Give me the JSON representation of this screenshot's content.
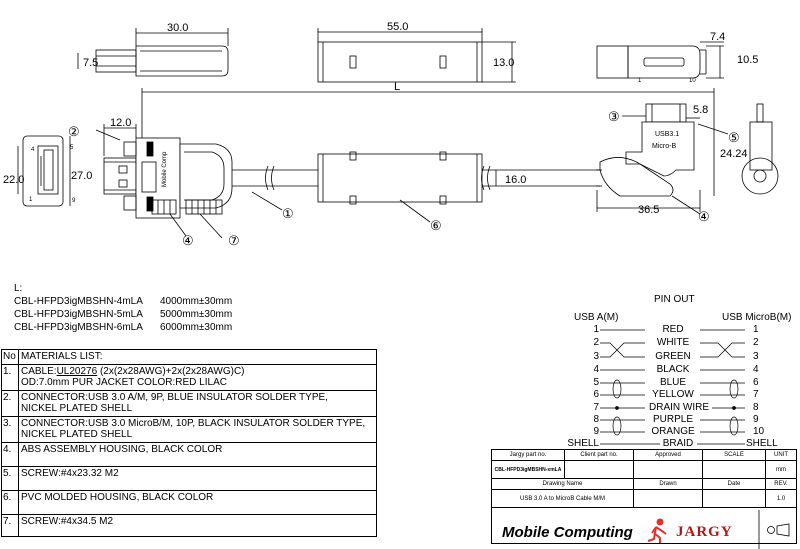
{
  "dims": {
    "d30": "30.0",
    "d75": "7.5",
    "d55": "55.0",
    "d13": "13.0",
    "d74": "7.4",
    "d105": "10.5",
    "L": "L",
    "d12": "12.0",
    "d22": "22.0",
    "d27": "27.0",
    "d16": "16.0",
    "d58": "5.8",
    "d2424": "24.24",
    "d365": "36.5"
  },
  "pins": {
    "p4": "4",
    "p5": "5",
    "p1": "1",
    "p9": "9",
    "p1b": "1",
    "p10": "10"
  },
  "callouts": {
    "c1": "①",
    "c2": "②",
    "c3": "③",
    "c4a": "④",
    "c4b": "④",
    "c5": "⑤",
    "c6": "⑥",
    "c7": "⑦"
  },
  "connector_text": {
    "usb_label": "USB3.1",
    "micro_label": "Micro-B",
    "body_label": "Mobile Comp"
  },
  "lengths": {
    "heading": "L:",
    "rows": [
      {
        "part": "CBL-HFPD3igMBSHN-4mLA",
        "len": "4000mm±30mm"
      },
      {
        "part": "CBL-HFPD3igMBSHN-5mLA",
        "len": "5000mm±30mm"
      },
      {
        "part": "CBL-HFPD3igMBSHN-6mLA",
        "len": "6000mm±30mm"
      }
    ]
  },
  "materials": {
    "header_no": "No",
    "header": "MATERIALS LIST:",
    "items": [
      {
        "no": "1.",
        "text1": "CABLE:",
        "u": "UL20276",
        "text2": " (2x(2x28AWG)+2x(2x28AWG)C)",
        "line2": "OD:7.0mm  PUR JACKET COLOR:RED LILAC"
      },
      {
        "no": "2.",
        "line1": "CONNECTOR:USB 3.0 A/M, 9P, BLUE INSULATOR SOLDER TYPE,",
        "line2": "NICKEL PLATED SHELL"
      },
      {
        "no": "3.",
        "line1": "CONNECTOR:USB 3.0 MicroB/M, 10P, BLACK INSULATOR SOLDER TYPE,",
        "line2": "NICKEL PLATED SHELL"
      },
      {
        "no": "4.",
        "line1": "ABS ASSEMBLY HOUSING, BLACK COLOR",
        "line2": ""
      },
      {
        "no": "5.",
        "line1": "SCREW:#4x23.32 M2",
        "line2": ""
      },
      {
        "no": "6.",
        "line1": "PVC MOLDED HOUSING, BLACK COLOR",
        "line2": ""
      },
      {
        "no": "7.",
        "line1": "SCREW:#4x34.5 M2",
        "line2": ""
      }
    ]
  },
  "pinout": {
    "title": "PIN OUT",
    "left_title": "USB A(M)",
    "right_title": "USB MicroB(M)",
    "rows": [
      {
        "l": "1",
        "c": "RED",
        "r": "1"
      },
      {
        "l": "2",
        "c": "WHITE",
        "r": "2"
      },
      {
        "l": "3",
        "c": "GREEN",
        "r": "3"
      },
      {
        "l": "4",
        "c": "BLACK",
        "r": "4"
      },
      {
        "l": "5",
        "c": "BLUE",
        "r": "6"
      },
      {
        "l": "6",
        "c": "YELLOW",
        "r": "7"
      },
      {
        "l": "7",
        "c": "DRAIN WIRE",
        "r": "8"
      },
      {
        "l": "8",
        "c": "PURPLE",
        "r": "9"
      },
      {
        "l": "9",
        "c": "ORANGE",
        "r": "10"
      },
      {
        "l": "SHELL",
        "c": "BRAID",
        "r": "SHELL"
      }
    ]
  },
  "titleblock": {
    "jargy_part_label": "Jargy part no.",
    "client_part_label": "Client part no.",
    "approved_label": "Approved",
    "scale_label": "SCALE",
    "unit_label": "UNIT",
    "part_no": "CBL-HFPD3igMBSHN-xmLA",
    "unit": "mm",
    "drawing_name_label": "Drawing Name",
    "drawn_label": "Drawn",
    "date_label": "Date",
    "rev_label": "REV.",
    "drawing_name": "USB 3.0 A to MicroB Cable M/M",
    "rev": "1.0"
  },
  "logos": {
    "mobile": "Mobile Computing",
    "jargy": "JARGY"
  },
  "colors": {
    "line": "#000000",
    "logo_red": "#b01818",
    "runner": "#e8302a"
  }
}
